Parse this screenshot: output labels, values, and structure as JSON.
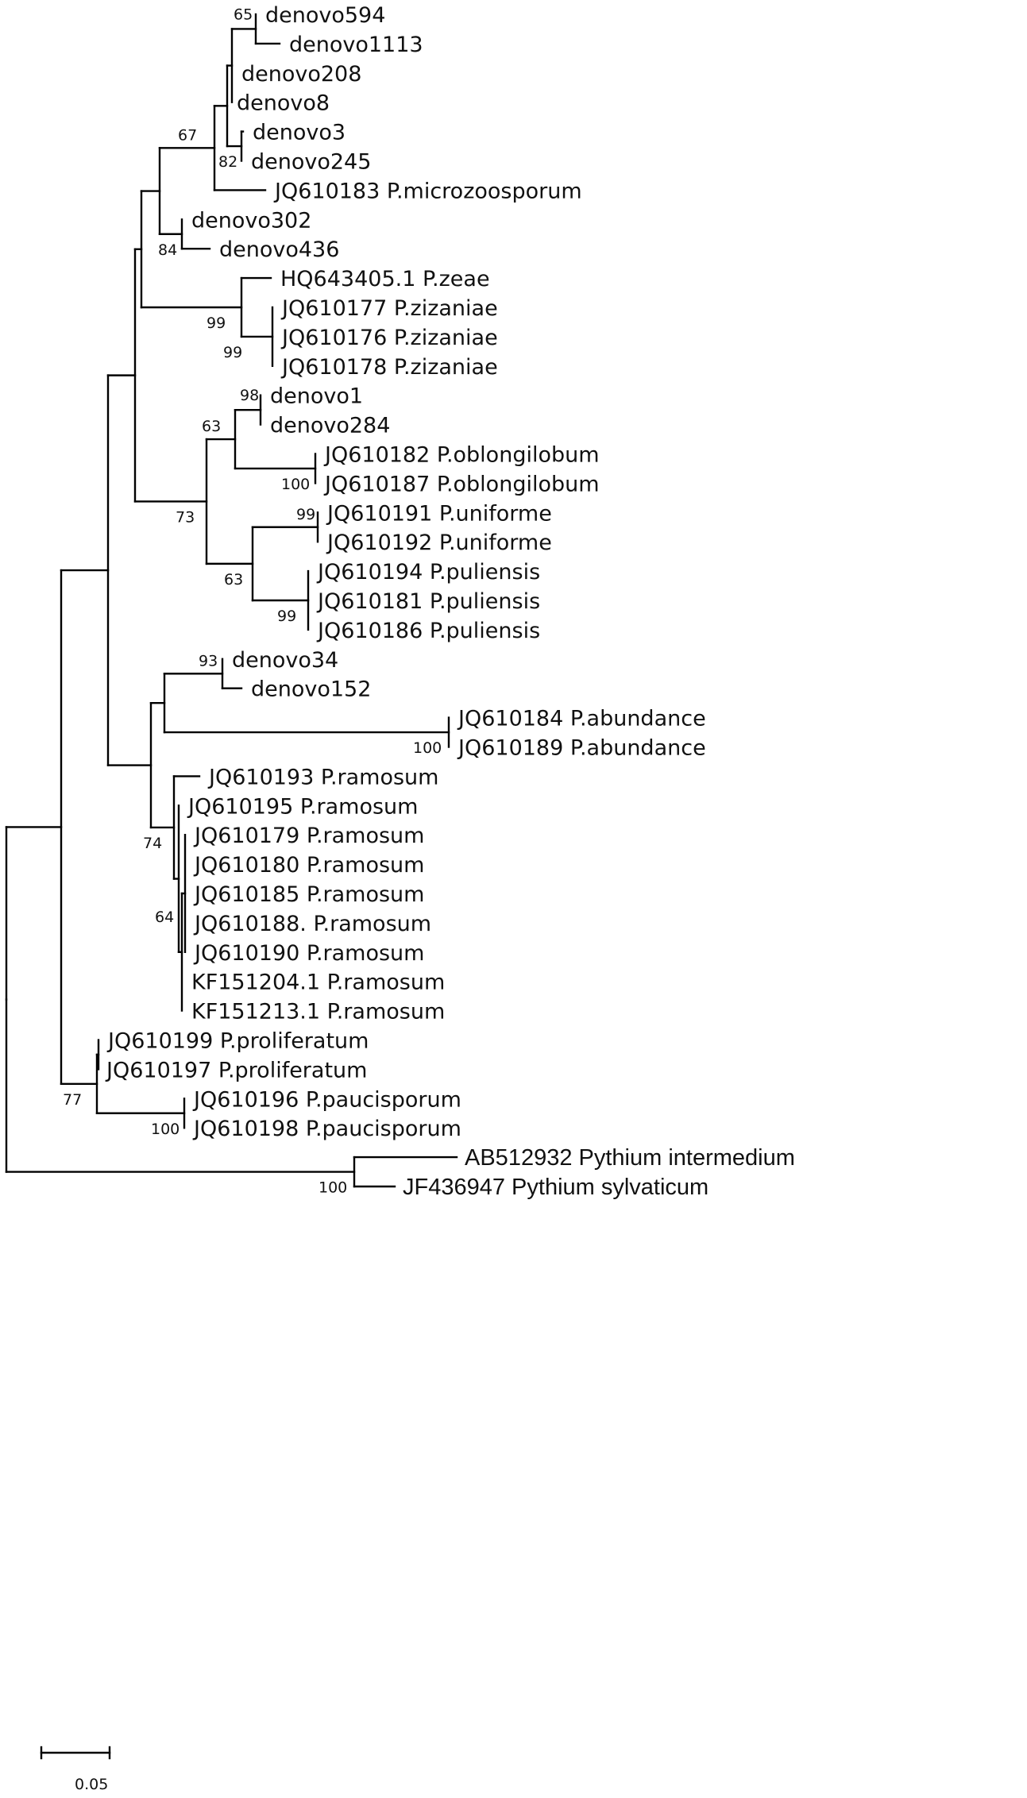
{
  "tree": {
    "leaves": [
      {
        "id": "L1",
        "label": "denovo594"
      },
      {
        "id": "L2",
        "label": "denovo1113"
      },
      {
        "id": "L3",
        "label": "denovo208"
      },
      {
        "id": "L4",
        "label": "denovo8"
      },
      {
        "id": "L5",
        "label": "denovo3"
      },
      {
        "id": "L6",
        "label": "denovo245"
      },
      {
        "id": "L7",
        "label": "JQ610183 P.microzoosporum"
      },
      {
        "id": "L8",
        "label": "denovo302"
      },
      {
        "id": "L9",
        "label": "denovo436"
      },
      {
        "id": "L10",
        "label": "HQ643405.1 P.zeae"
      },
      {
        "id": "L11",
        "label": "JQ610177 P.zizaniae"
      },
      {
        "id": "L12",
        "label": "JQ610176 P.zizaniae"
      },
      {
        "id": "L13",
        "label": "JQ610178 P.zizaniae"
      },
      {
        "id": "L14",
        "label": "denovo1"
      },
      {
        "id": "L15",
        "label": "denovo284"
      },
      {
        "id": "L16",
        "label": "JQ610182 P.oblongilobum"
      },
      {
        "id": "L17",
        "label": "JQ610187 P.oblongilobum"
      },
      {
        "id": "L18",
        "label": "JQ610191 P.uniforme"
      },
      {
        "id": "L19",
        "label": "JQ610192 P.uniforme"
      },
      {
        "id": "L20",
        "label": "JQ610194 P.puliensis"
      },
      {
        "id": "L21",
        "label": "JQ610181 P.puliensis"
      },
      {
        "id": "L22",
        "label": "JQ610186 P.puliensis"
      },
      {
        "id": "L23",
        "label": "denovo34"
      },
      {
        "id": "L24",
        "label": "denovo152"
      },
      {
        "id": "L25",
        "label": "JQ610184 P.abundance"
      },
      {
        "id": "L26",
        "label": "JQ610189 P.abundance"
      },
      {
        "id": "L27",
        "label": "JQ610193 P.ramosum"
      },
      {
        "id": "L28",
        "label": "JQ610195 P.ramosum"
      },
      {
        "id": "L29",
        "label": "JQ610179 P.ramosum"
      },
      {
        "id": "L30",
        "label": "JQ610180 P.ramosum"
      },
      {
        "id": "L31",
        "label": "JQ610185 P.ramosum"
      },
      {
        "id": "L32",
        "label": "JQ610188. P.ramosum"
      },
      {
        "id": "L33",
        "label": "JQ610190 P.ramosum"
      },
      {
        "id": "L34",
        "label": "KF151204.1 P.ramosum"
      },
      {
        "id": "L35",
        "label": "KF151213.1 P.ramosum"
      },
      {
        "id": "L36",
        "label": "JQ610199 P.proliferatum"
      },
      {
        "id": "L37",
        "label": "JQ610197 P.proliferatum"
      },
      {
        "id": "L38",
        "label": "JQ610196 P.paucisporum"
      },
      {
        "id": "L39",
        "label": "JQ610198 P.paucisporum"
      },
      {
        "id": "L40",
        "label": "AB512932 Pythium intermedium"
      },
      {
        "id": "L41",
        "label": "JF436947 Pythium sylvaticum"
      }
    ],
    "bootstrap": [
      {
        "node": "n594_1113",
        "value": "65"
      },
      {
        "node": "n3_245",
        "value": "82"
      },
      {
        "node": "nDenovoMicro",
        "value": "67"
      },
      {
        "node": "n302_436",
        "value": "84"
      },
      {
        "node": "nZiz",
        "value": "99"
      },
      {
        "node": "nZizZeae",
        "value": "99"
      },
      {
        "node": "n1_284",
        "value": "98"
      },
      {
        "node": "nDenovoObl",
        "value": "63"
      },
      {
        "node": "nObl",
        "value": "100"
      },
      {
        "node": "nUni",
        "value": "99"
      },
      {
        "node": "nPul",
        "value": "99"
      },
      {
        "node": "nUniPul",
        "value": "63"
      },
      {
        "node": "nOblUniPul",
        "value": "73"
      },
      {
        "node": "n34_152",
        "value": "93"
      },
      {
        "node": "nAbund",
        "value": "100"
      },
      {
        "node": "nRamInner",
        "value": "64"
      },
      {
        "node": "nRamAll",
        "value": "74"
      },
      {
        "node": "nPauci",
        "value": "100"
      },
      {
        "node": "nProlPauci",
        "value": "77"
      },
      {
        "node": "nOutgroup",
        "value": "100"
      }
    ],
    "scale_bar": {
      "value": 0.05,
      "label": "0.05"
    }
  }
}
